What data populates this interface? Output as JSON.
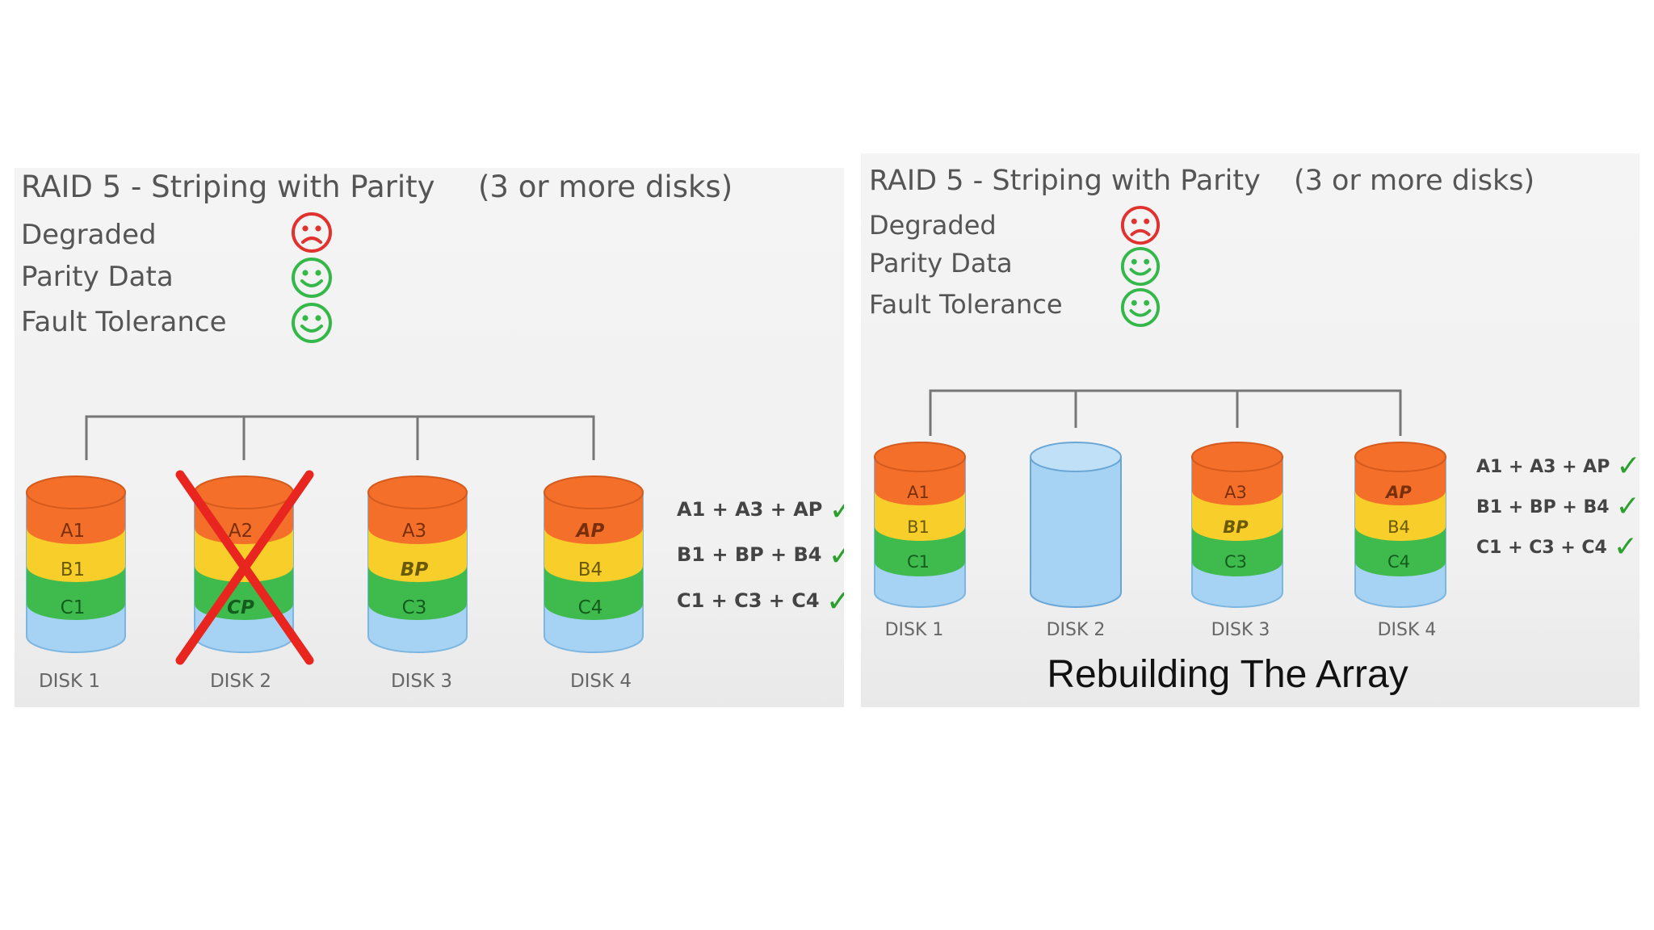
{
  "colors": {
    "orange": "#f4702a",
    "yellow": "#f7ce2a",
    "green": "#3fbb4e",
    "blue": "#a6d3f3",
    "sad_red": "#e0322f",
    "happy_green": "#35b84a",
    "x_red": "#e8261f"
  },
  "left": {
    "title": "RAID 5 - Striping with Parity",
    "subtitle": "(3 or more disks)",
    "status": [
      {
        "label": "Degraded",
        "face": "sad-face-icon"
      },
      {
        "label": "Parity Data",
        "face": "happy-face-icon"
      },
      {
        "label": "Fault Tolerance",
        "face": "happy-face-icon"
      }
    ],
    "disks": [
      {
        "label": "DISK 1",
        "blocks": [
          "A1",
          "B1",
          "C1"
        ],
        "parity_index": -1,
        "failed": false
      },
      {
        "label": "DISK 2",
        "blocks": [
          "A2",
          "",
          "CP"
        ],
        "parity_index": 2,
        "failed": true
      },
      {
        "label": "DISK 3",
        "blocks": [
          "A3",
          "BP",
          "C3"
        ],
        "parity_index": 1,
        "failed": false
      },
      {
        "label": "DISK 4",
        "blocks": [
          "AP",
          "B4",
          "C4"
        ],
        "parity_index": 0,
        "failed": false
      }
    ],
    "formulas": [
      "A1 + A3 + AP",
      "B1 + BP + B4",
      "C1 + C3 + C4"
    ],
    "check_icon": "check-icon"
  },
  "right": {
    "title": "RAID 5 - Striping with Parity",
    "subtitle": "(3 or more disks)",
    "status": [
      {
        "label": "Degraded",
        "face": "sad-face-icon"
      },
      {
        "label": "Parity Data",
        "face": "happy-face-icon"
      },
      {
        "label": "Fault Tolerance",
        "face": "happy-face-icon"
      }
    ],
    "disks": [
      {
        "label": "DISK 1",
        "blocks": [
          "A1",
          "B1",
          "C1"
        ],
        "parity_index": -1,
        "empty": false
      },
      {
        "label": "DISK 2",
        "blocks": [],
        "parity_index": -1,
        "empty": true
      },
      {
        "label": "DISK 3",
        "blocks": [
          "A3",
          "BP",
          "C3"
        ],
        "parity_index": 1,
        "empty": false
      },
      {
        "label": "DISK 4",
        "blocks": [
          "AP",
          "B4",
          "C4"
        ],
        "parity_index": 0,
        "empty": false
      }
    ],
    "formulas": [
      "A1 + A3 + AP",
      "B1 + BP + B4",
      "C1 + C3 + C4"
    ],
    "caption": "Rebuilding The Array",
    "check_icon": "check-icon"
  }
}
